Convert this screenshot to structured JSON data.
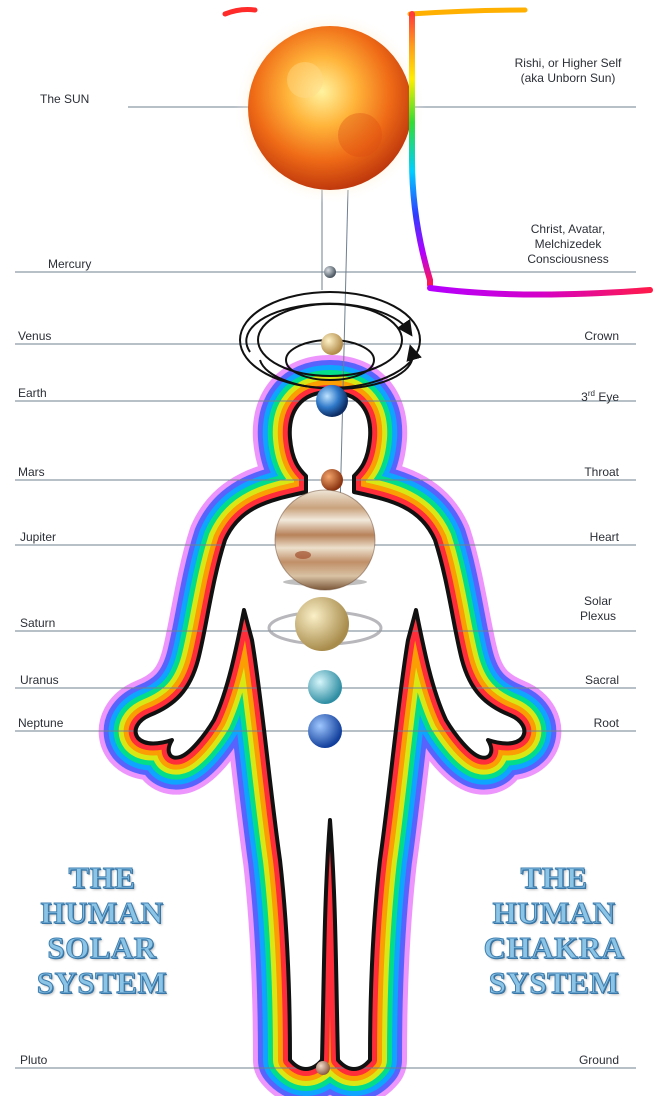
{
  "solar_labels": {
    "sun": "The SUN",
    "mercury": "Mercury",
    "venus": "Venus",
    "earth": "Earth",
    "mars": "Mars",
    "jupiter": "Jupiter",
    "saturn": "Saturn",
    "uranus": "Uranus",
    "neptune": "Neptune",
    "pluto": "Pluto"
  },
  "chakra_labels": {
    "higher_self": "Rishi, or Higher Self (aka Unborn Sun)",
    "christ": "Christ, Avatar, Melchizedek Consciousness",
    "crown": "Crown",
    "third_eye_base": "3",
    "third_eye_sup": "rd",
    "third_eye_rest": " Eye",
    "throat": "Throat",
    "heart": "Heart",
    "solar_plexus": "Solar Plexus",
    "sacral": "Sacral",
    "root": "Root",
    "ground": "Ground"
  },
  "titles": {
    "left": [
      "THE",
      "HUMAN",
      "SOLAR",
      "SYSTEM"
    ],
    "right": [
      "THE",
      "HUMAN",
      "CHAKRA",
      "SYSTEM"
    ]
  },
  "colors": {
    "aura": [
      "#e040fb",
      "#3d5afe",
      "#00b0ff",
      "#00e676",
      "#ffea00",
      "#ff9100",
      "#ff1744"
    ],
    "line": "#6f7f8f",
    "title_fill": "#8cc4e6"
  },
  "icons": {
    "sun": "sun-sphere",
    "planets": "planet-spheres",
    "body": "human-body-outline",
    "orbits": "orbit-arrows"
  }
}
